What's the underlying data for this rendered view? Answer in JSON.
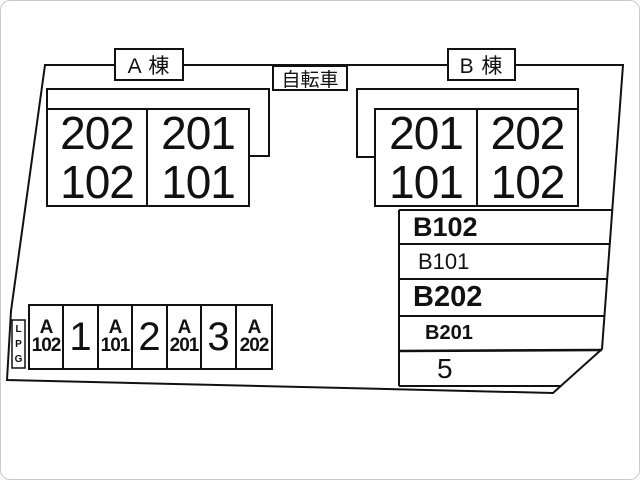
{
  "site": {
    "building_a_label": "A 棟",
    "bicycle_label": "自転車",
    "building_b_label": "B 棟"
  },
  "building_a": {
    "cells": [
      {
        "lines": [
          "202",
          "102"
        ]
      },
      {
        "lines": [
          "201",
          "101"
        ]
      }
    ]
  },
  "building_b": {
    "cells": [
      {
        "lines": [
          "201",
          "101"
        ]
      },
      {
        "lines": [
          "202",
          "102"
        ]
      }
    ]
  },
  "stack_rows": [
    "B102",
    "B101",
    "B202",
    "B201",
    "5"
  ],
  "parking_stalls": [
    {
      "lines": [
        "A",
        "102"
      ]
    },
    {
      "lines": [
        "1"
      ]
    },
    {
      "lines": [
        "A",
        "101"
      ]
    },
    {
      "lines": [
        "2"
      ]
    },
    {
      "lines": [
        "A",
        "201"
      ]
    },
    {
      "lines": [
        "3"
      ]
    },
    {
      "lines": [
        "A",
        "202"
      ]
    }
  ],
  "lpg": {
    "lines": [
      "L",
      "P",
      "G"
    ]
  },
  "colors": {
    "line": "#111111",
    "background": "#ffffff"
  }
}
